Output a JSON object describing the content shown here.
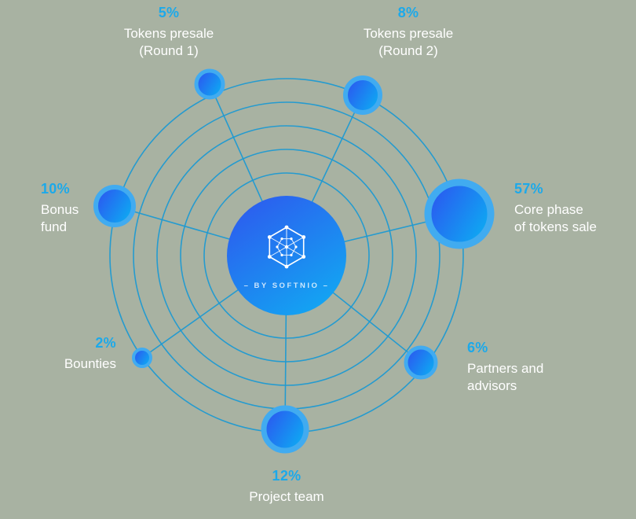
{
  "figure": {
    "background_color": "#a8b2a2",
    "accent_color": "#1ca9ea",
    "label_color": "#ffffff",
    "orbit_color": "#1f9ad2",
    "node_halo_color": "#41abf0",
    "node_gradient": [
      "#2e4ff0",
      "#0fa6f2"
    ],
    "center_gradient": [
      "#2f55ee",
      "#13a4f2"
    ]
  },
  "center": {
    "brand": "– BY SOFTNIO –",
    "logo_icon": "hexagon-network-icon"
  },
  "nodes": [
    {
      "percent": "5%",
      "line1": "Tokens presale",
      "line2": "(Round 1)"
    },
    {
      "percent": "8%",
      "line1": "Tokens presale",
      "line2": "(Round 2)"
    },
    {
      "percent": "57%",
      "line1": "Core phase",
      "line2": "of tokens sale"
    },
    {
      "percent": "6%",
      "line1": "Partners and",
      "line2": "advisors"
    },
    {
      "percent": "12%",
      "line1": "Project team",
      "line2": ""
    },
    {
      "percent": "2%",
      "line1": "Bounties",
      "line2": ""
    },
    {
      "percent": "10%",
      "line1": "Bonus",
      "line2": "fund"
    }
  ],
  "chart_data": {
    "type": "pie",
    "title": "",
    "unit": "%",
    "categories": [
      "Tokens presale (Round 1)",
      "Tokens presale (Round 2)",
      "Core phase of tokens sale",
      "Partners and advisors",
      "Project team",
      "Bounties",
      "Bonus fund"
    ],
    "values": [
      5,
      8,
      57,
      6,
      12,
      2,
      10
    ],
    "legend_position": "around-nodes",
    "grid": false
  }
}
